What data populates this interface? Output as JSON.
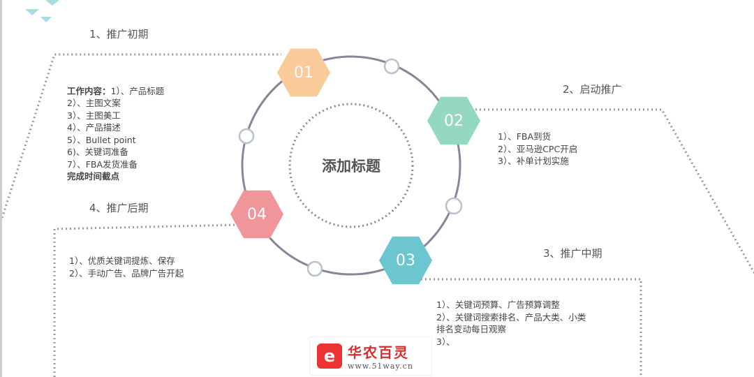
{
  "center_title": "添加标题",
  "phases": [
    {
      "num": "01",
      "title": "1、推广初期",
      "color": "#f8cb98",
      "lead": "工作内容：",
      "items": [
        "1）、产品标题",
        "2）、主图文案",
        "3）、主图美工",
        "4）、产品描述",
        "5）、Bullet point",
        "6)、关键词准备",
        "7）、FBA发货准备"
      ],
      "footer": "完成时间截点"
    },
    {
      "num": "02",
      "title": "2、启动推广",
      "color": "#94d8c0",
      "items": [
        "1）、FBA到货",
        "2）、亚马逊CPC开启",
        "3）、补单计划实施"
      ]
    },
    {
      "num": "03",
      "title": "3、推广中期",
      "color": "#6cc6cf",
      "items": [
        "1）、关键词预算、广告预算调整",
        "2）、关键词搜索排名、产品大类、小类\n排名变动每日观察",
        "3）、"
      ]
    },
    {
      "num": "04",
      "title": "4、推广后期",
      "color": "#f0959a",
      "items": [
        "1）、优质关键词提炼、保存",
        "2）、手动广告、品牌广告开起"
      ]
    }
  ],
  "logo": {
    "mark": "e",
    "name": "华农百灵",
    "url": "www.51way.cn"
  }
}
